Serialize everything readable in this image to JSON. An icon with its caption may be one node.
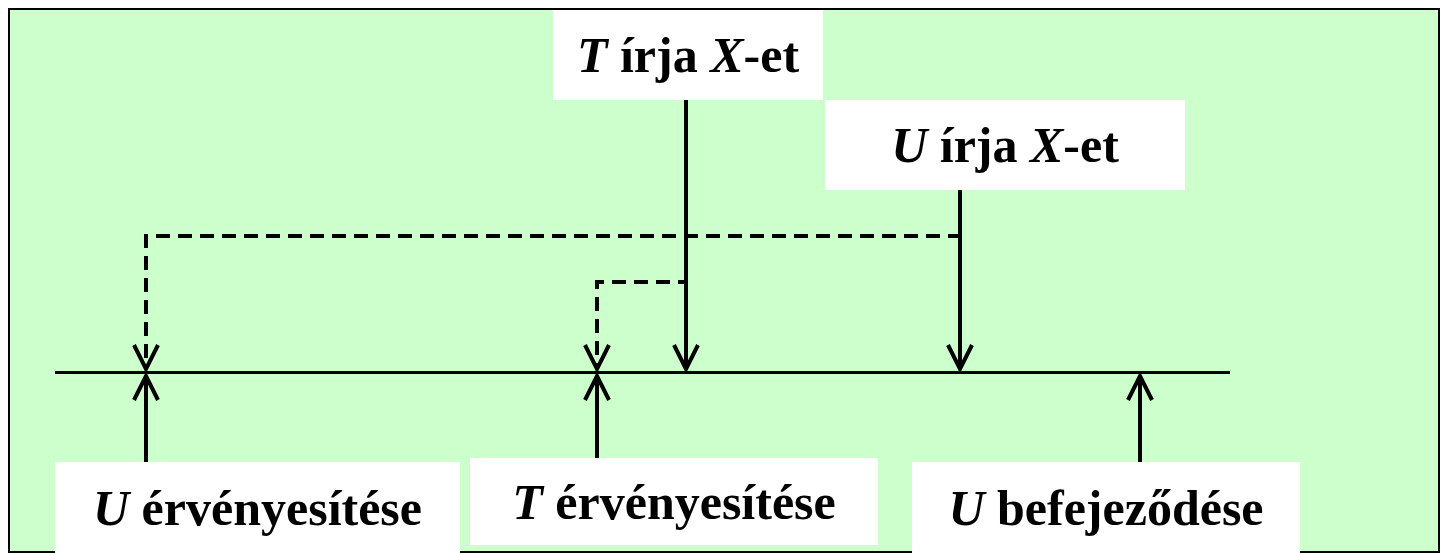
{
  "diagram": {
    "nodes": [
      {
        "text": [],
        "shape": "bar"
      },
      {
        "text": [
          "*T* írja *X*-et"
        ]
      },
      {
        "text": [
          "*U* írja *X*-et"
        ]
      },
      {
        "text": [
          "*U* érvényesítése"
        ]
      },
      {
        "text": [
          "*T* érvényesítése"
        ]
      },
      {
        "text": [
          "*U* befejeződése"
        ]
      }
    ],
    "edges": [
      {
        "from": 1,
        "to": 0,
        "arrow": "to"
      },
      {
        "from": 2,
        "to": 0,
        "arrow": "to"
      },
      {
        "from": 2,
        "to": 0,
        "arrow": "to",
        "style": "dashed"
      },
      {
        "from": 1,
        "to": 0,
        "arrow": "to",
        "style": "dashed"
      },
      {
        "from": 3,
        "to": 0,
        "arrow": "to"
      },
      {
        "from": 4,
        "to": 0,
        "arrow": "to"
      },
      {
        "from": 5,
        "to": 0,
        "arrow": "to"
      }
    ]
  }
}
